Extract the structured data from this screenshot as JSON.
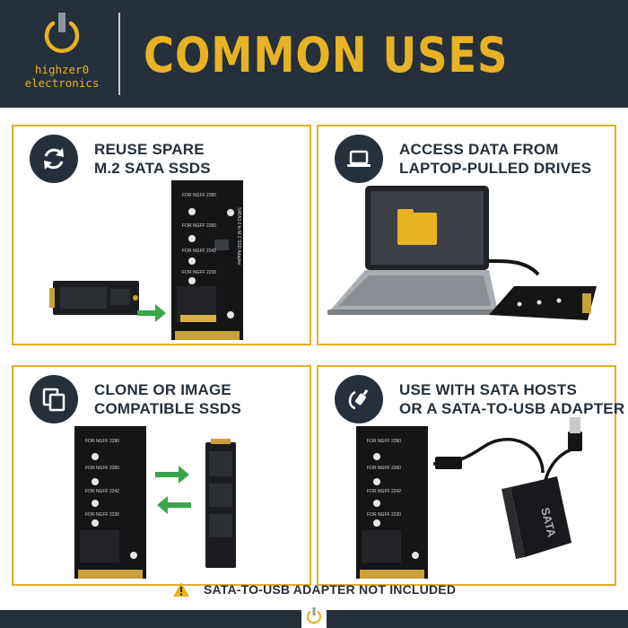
{
  "brand": {
    "line1": "highzer0",
    "line2": "electronics"
  },
  "header": {
    "title": "COMMON USES"
  },
  "panels": [
    {
      "title_line1": "REUSE SPARE",
      "title_line2": "M.2 SATA SSDS",
      "icon": "refresh-icon"
    },
    {
      "title_line1": "ACCESS DATA FROM",
      "title_line2": "LAPTOP-PULLED DRIVES",
      "icon": "laptop-icon"
    },
    {
      "title_line1": "CLONE OR IMAGE",
      "title_line2": "COMPATIBLE SSDS",
      "icon": "copy-icon"
    },
    {
      "title_line1": "USE WITH SATA HOSTS",
      "title_line2": "OR A SATA-TO-USB ADAPTER",
      "icon": "cable-icon"
    }
  ],
  "board": {
    "label_2280": "FOR NGFF 2280",
    "label_2260": "FOR NGFF 2260",
    "label_2242": "FOR NGFF 2242",
    "label_2230": "FOR NGFF 2230",
    "side_label": "SATA3.0 to M.2 SSD Adapter"
  },
  "adapter": {
    "label": "SATA"
  },
  "footer": {
    "notice": "SATA-TO-USB ADAPTER NOT INCLUDED"
  },
  "colors": {
    "navy": "#25303a",
    "gold": "#e8b225",
    "border": "#e3ac2b",
    "green": "#3aa64a"
  }
}
